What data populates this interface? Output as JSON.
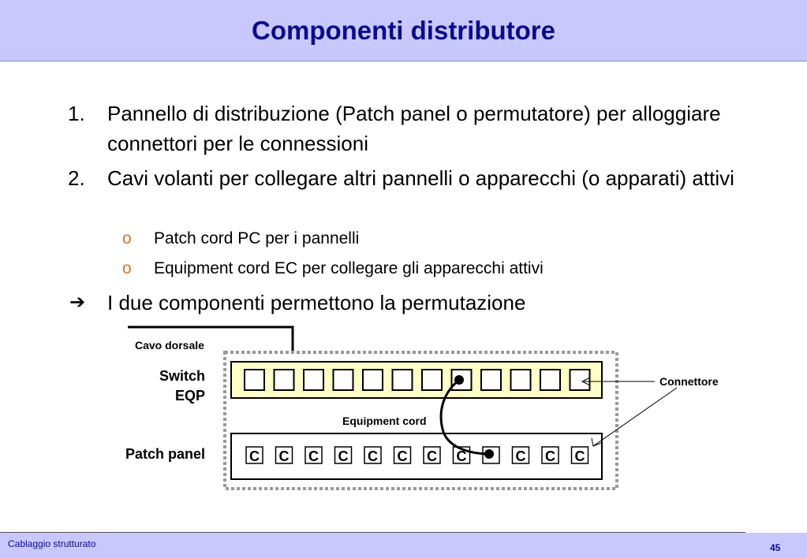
{
  "slide": {
    "title": "Componenti distributore",
    "items": [
      {
        "number": "1.",
        "text": "Pannello di distribuzione (Patch panel o permutatore) per alloggiare connettori per le connessioni"
      },
      {
        "number": "2.",
        "text": "Cavi volanti per collegare altri pannelli o apparecchi (o apparati) attivi"
      }
    ],
    "subitems": [
      {
        "bullet": "o",
        "text": "Patch cord PC per i pannelli"
      },
      {
        "bullet": "o",
        "text": "Equipment cord EC per collegare gli apparecchi attivi"
      }
    ],
    "conclusion": {
      "arrow": "➔",
      "text": "I due componenti permettono la permutazione"
    }
  },
  "diagram": {
    "labels": {
      "cavo_dorsale": "Cavo dorsale",
      "switch": "Switch",
      "eqp": "EQP",
      "patch_panel": "Patch panel",
      "equipment_cord": "Equipment cord",
      "connettore": "Connettore"
    },
    "patch_connectors": [
      "C",
      "C",
      "C",
      "C",
      "C",
      "C",
      "C",
      "C",
      "",
      "C",
      "C",
      "C"
    ],
    "colors": {
      "switch_fill": "#ffffc8",
      "header_bg": "#c8c8ff",
      "title_color": "#0b0b8c",
      "bullet_color": "#e07020"
    }
  },
  "footer": {
    "left": "Cablaggio strutturato",
    "page": "45"
  }
}
